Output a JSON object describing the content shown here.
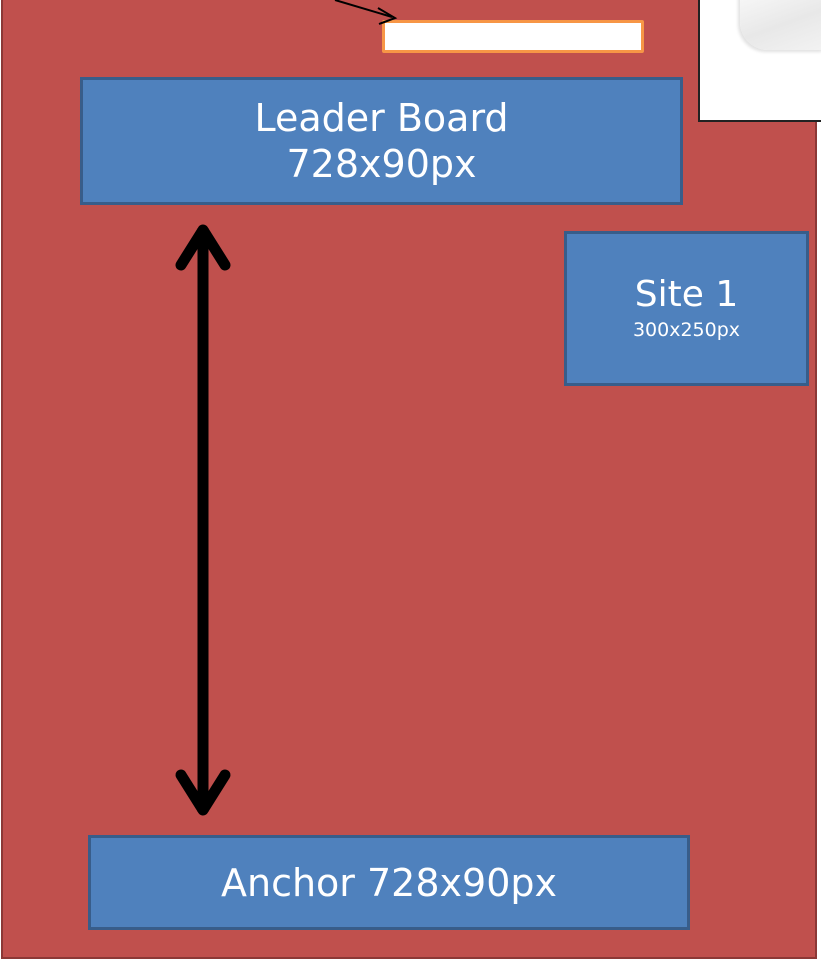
{
  "leader_board": {
    "name": "Leader Board",
    "size": "728x90px"
  },
  "site_1": {
    "name": "Site 1",
    "size": "300x250px"
  },
  "anchor": {
    "label": "Anchor 728x90px"
  },
  "colors": {
    "page_background": "#c0504d",
    "ad_unit_fill": "#4f81bd",
    "ad_unit_border": "#385d8a",
    "header_slot_border": "#f79646"
  }
}
